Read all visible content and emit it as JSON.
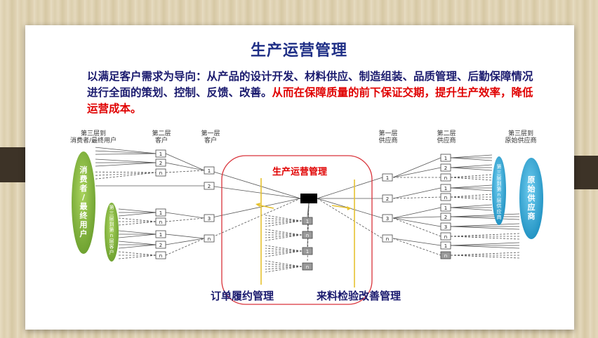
{
  "title": "生产运营管理",
  "intro": {
    "part1": "以满足客户需求为导向：从产品的设计开发、材料供应、制造组装、品质管理、后勤保障情况进行全面的策划、控制、反馈、改善。",
    "part2": "从而在保障质量的前下保证交期，提升生产效率，降低运营成本。"
  },
  "left_headers": [
    {
      "line1": "第三层到",
      "line2": "消费者/最终用户"
    },
    {
      "line1": "第二层",
      "line2": "客户"
    },
    {
      "line1": "第一层",
      "line2": "客户"
    }
  ],
  "right_headers": [
    {
      "line1": "第一层",
      "line2": "供应商"
    },
    {
      "line1": "第二层",
      "line2": "供应商"
    },
    {
      "line1": "第三层到",
      "line2": "原始供应商"
    }
  ],
  "ellipses": {
    "consumer": "消费者/最终用户",
    "tier3_customer": "第三层到第n层客户",
    "tier3_supplier": "第三层到第n层供应商",
    "origin_supplier": "原始供应商"
  },
  "center_label": "生产运营管理",
  "bottom_left": "订单履约管理",
  "bottom_right": "来料检验改善管理",
  "node_labels": {
    "one": "1",
    "two": "2",
    "three": "3",
    "n": "n"
  },
  "colors": {
    "accent_green": "#7eb33b",
    "accent_blue": "#2fa9d6",
    "title": "#1f2f86",
    "red": "#e00000",
    "frame": "#d9333a",
    "yellow": "#e6c230"
  }
}
